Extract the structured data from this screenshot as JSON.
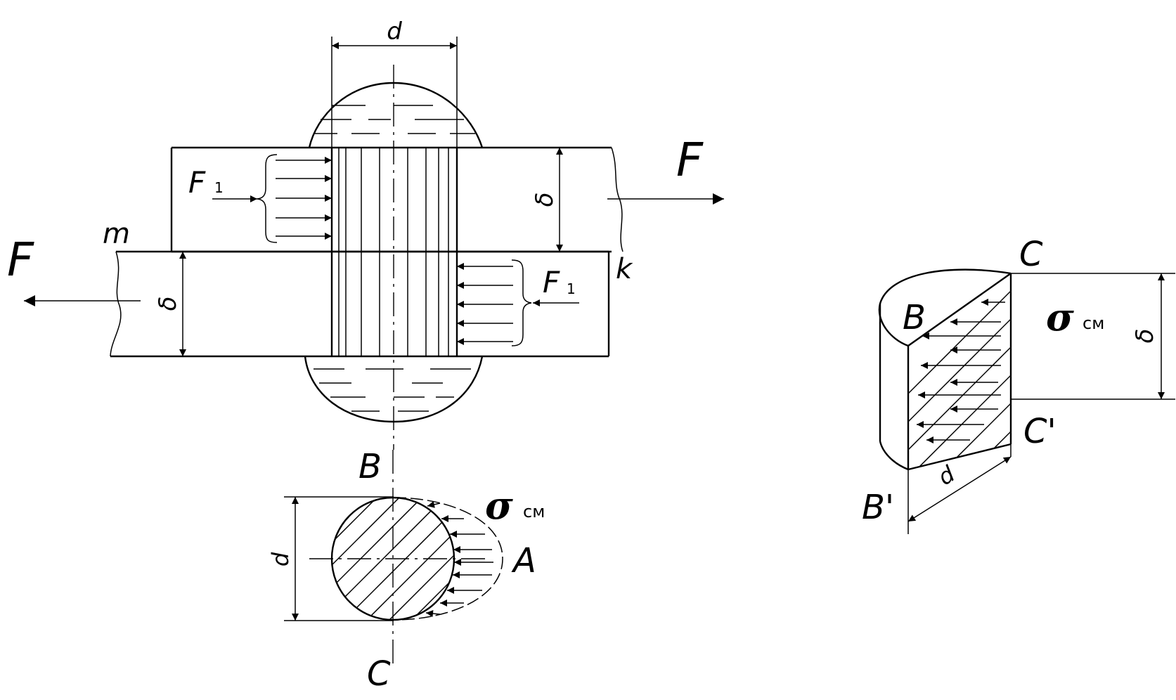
{
  "labels": {
    "d_top": "d",
    "F_right": "F",
    "F_left": "F",
    "F1_top": "F",
    "F1_top_sub": "1",
    "F1_right": "F",
    "F1_right_sub": "1",
    "m": "m",
    "k": "k",
    "delta_top": "δ",
    "delta_bottom": "δ",
    "B_section": "B",
    "C_section": "C",
    "A_section": "A",
    "d_section": "d",
    "sigma_section": "σ",
    "sigma_section_sub": "см",
    "C_3d": "C",
    "C_prime_3d": "C'",
    "B_3d": "B",
    "B_prime_3d": "B'",
    "sigma_3d": "σ",
    "sigma_3d_sub": "см",
    "delta_3d": "δ",
    "d_3d": "d"
  }
}
